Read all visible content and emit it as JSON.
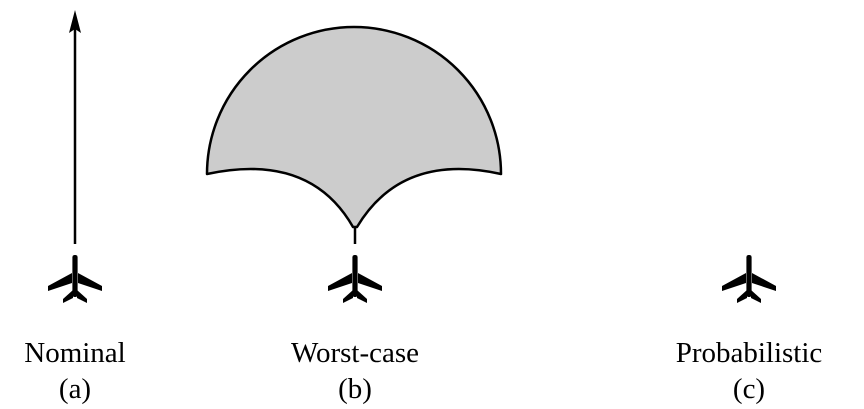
{
  "panels": [
    {
      "id": "a",
      "title": "Nominal",
      "label": "(a)"
    },
    {
      "id": "b",
      "title": "Worst-case",
      "label": "(b)"
    },
    {
      "id": "c",
      "title": "Probabilistic",
      "label": "(c)"
    }
  ],
  "colors": {
    "stroke": "#000000",
    "region_fill": "#cccccc",
    "background": "#ffffff"
  },
  "icons": [
    "aircraft-icon",
    "arrow-up-icon"
  ]
}
